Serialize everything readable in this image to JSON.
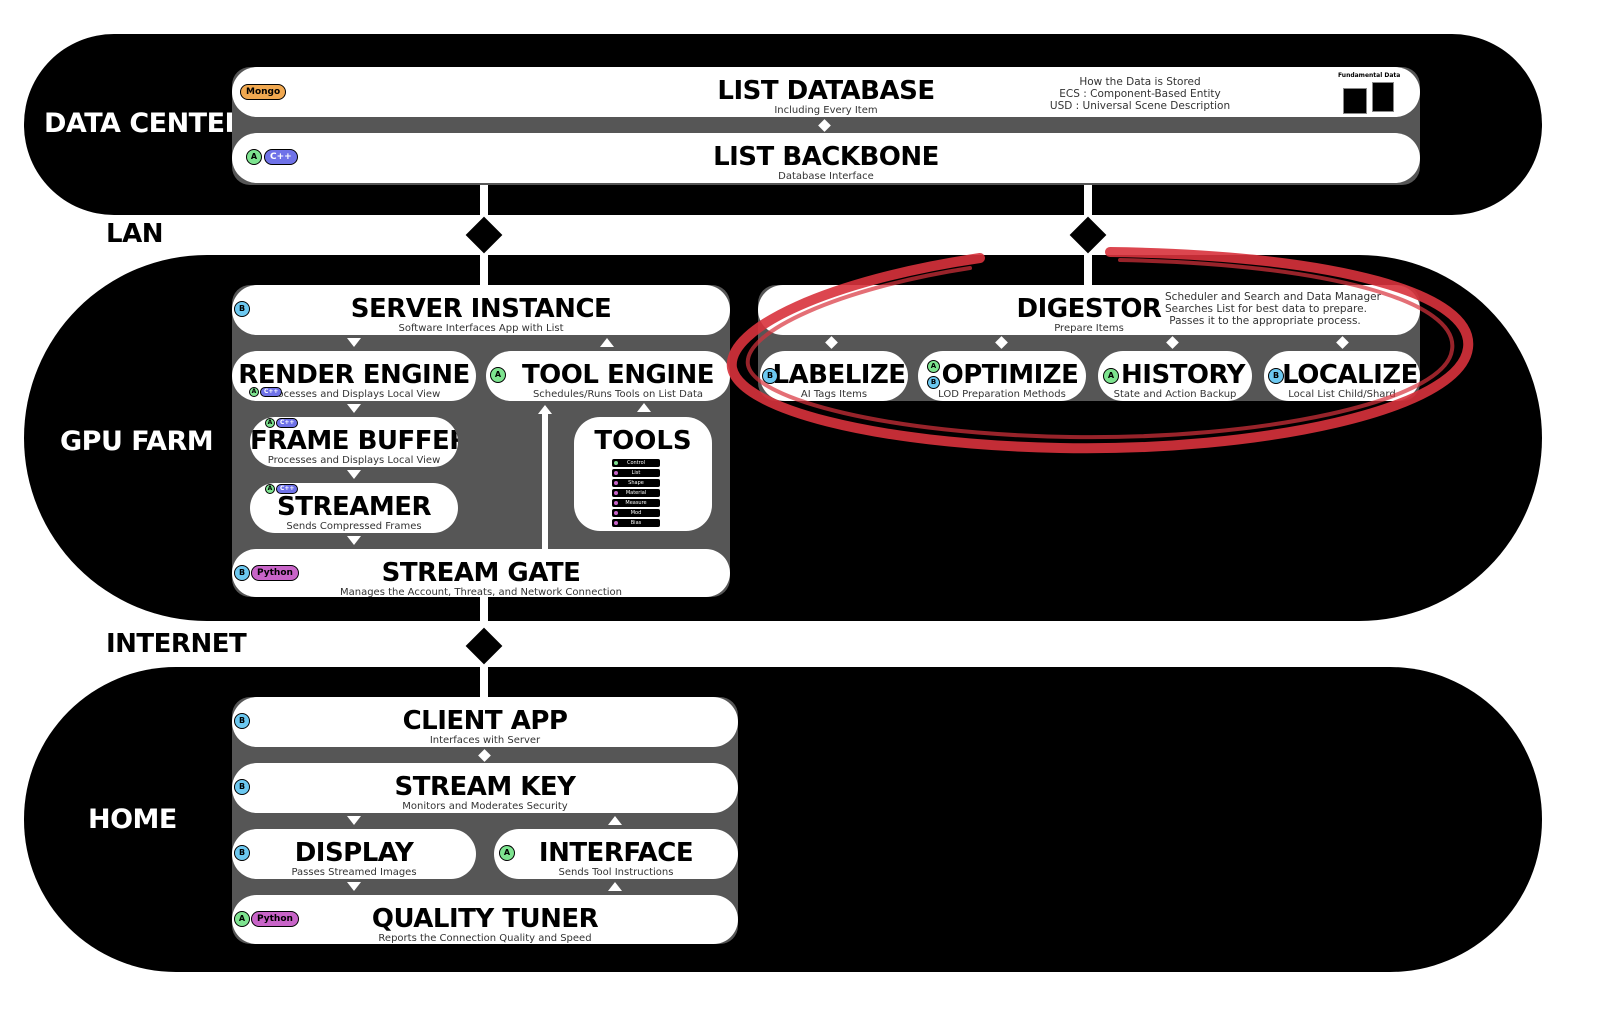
{
  "zones": {
    "data_center": "DATA CENTER",
    "gpu_farm": "GPU FARM",
    "home": "HOME"
  },
  "links": {
    "lan": "LAN",
    "internet": "INTERNET"
  },
  "data_center": {
    "list_database": {
      "title": "LIST DATABASE",
      "subtitle": "Including Every Item",
      "tag": "Mongo"
    },
    "storage_note": [
      "How the Data is Stored",
      "ECS : Component-Based Entity",
      "USD : Universal Scene Description"
    ],
    "fundamental_data": "Fundamental Data",
    "list_backbone": {
      "title": "LIST BACKBONE",
      "subtitle": "Database Interface",
      "badge": "A",
      "tag": "C++"
    }
  },
  "gpu_farm": {
    "server_instance": {
      "title": "SERVER INSTANCE",
      "subtitle": "Software Interfaces App with List",
      "badge": "B"
    },
    "render_engine": {
      "title": "RENDER ENGINE",
      "subtitle": "Processes and Displays Local View",
      "badge": "A",
      "tag": "C++"
    },
    "tool_engine": {
      "title": "TOOL ENGINE",
      "subtitle": "Schedules/Runs Tools on List Data",
      "badge": "A"
    },
    "frame_buffer": {
      "title": "FRAME BUFFER",
      "subtitle": "Processes and Displays Local View",
      "badge": "A",
      "tag": "C++"
    },
    "streamer": {
      "title": "STREAMER",
      "subtitle": "Sends Compressed Frames",
      "badge": "A",
      "tag": "C++"
    },
    "tools": {
      "title": "TOOLS",
      "items": [
        "Control",
        "List",
        "Shape",
        "Material",
        "Measure",
        "Mod",
        "Bias"
      ]
    },
    "stream_gate": {
      "title": "STREAM GATE",
      "subtitle": "Manages the Account, Threats, and Network Connection",
      "badge": "B",
      "tag": "Python"
    },
    "digestor": {
      "title": "DIGESTOR",
      "subtitle": "Prepare Items"
    },
    "digestor_note": [
      "Scheduler and Search and Data Manager",
      "Searches List for best data to prepare.",
      "Passes it to the appropriate process."
    ],
    "labelize": {
      "title": "LABELIZE",
      "subtitle": "AI Tags Items",
      "badge": "B"
    },
    "optimize": {
      "title": "OPTIMIZE",
      "subtitle": "LOD Preparation Methods",
      "badge_a": "A",
      "badge_b": "B"
    },
    "history": {
      "title": "HISTORY",
      "subtitle": "State and Action Backup",
      "badge": "A"
    },
    "localize": {
      "title": "LOCALIZE",
      "subtitle": "Local List Child/Shard",
      "badge": "B"
    }
  },
  "home": {
    "client_app": {
      "title": "CLIENT APP",
      "subtitle": "Interfaces with Server",
      "badge": "B"
    },
    "stream_key": {
      "title": "STREAM KEY",
      "subtitle": "Monitors and Moderates Security",
      "badge": "B"
    },
    "display": {
      "title": "DISPLAY",
      "subtitle": "Passes Streamed Images",
      "badge": "B"
    },
    "interface": {
      "title": "INTERFACE",
      "subtitle": "Sends Tool Instructions",
      "badge": "A"
    },
    "quality_tuner": {
      "title": "QUALITY TUNER",
      "subtitle": "Reports the Connection Quality and Speed",
      "badge": "A",
      "tag": "Python"
    }
  },
  "colors": {
    "band": "#000000",
    "panel": "#565656",
    "badge_a": "#7de38f",
    "badge_b": "#6cc8f0",
    "cpp_tag": "#6f72e8",
    "python_tag": "#c864c8",
    "mongo_tag": "#f0a850",
    "highlight_stroke": "#d8323c"
  }
}
